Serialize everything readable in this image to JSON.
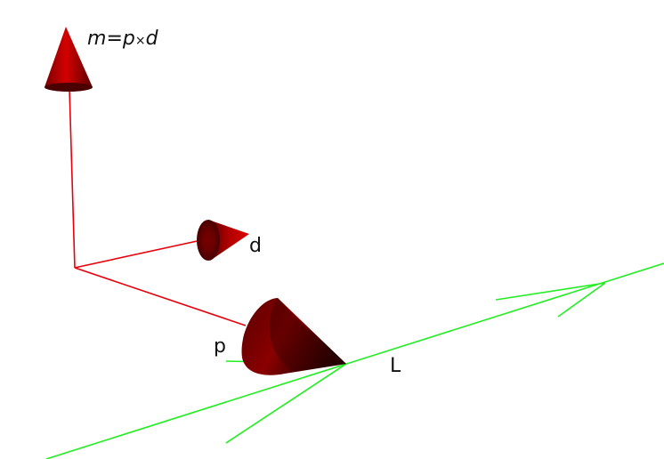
{
  "labels": {
    "moment": {
      "m": "m",
      "eq": "=",
      "p": "p",
      "times": "×",
      "d": "d"
    },
    "direction": "d",
    "point": "p",
    "line": "L"
  },
  "colors": {
    "vector": "#e8000b",
    "cone_light": "#c40000",
    "cone_dark": "#3a0000",
    "line": "#22ee22",
    "text": "#111111"
  },
  "icons": {
    "moment_arrow": "cone-arrowhead",
    "direction_arrow": "cone-arrowhead",
    "point_arrow": "cone-arrowhead",
    "line_arrow": "chevron-arrowhead"
  }
}
